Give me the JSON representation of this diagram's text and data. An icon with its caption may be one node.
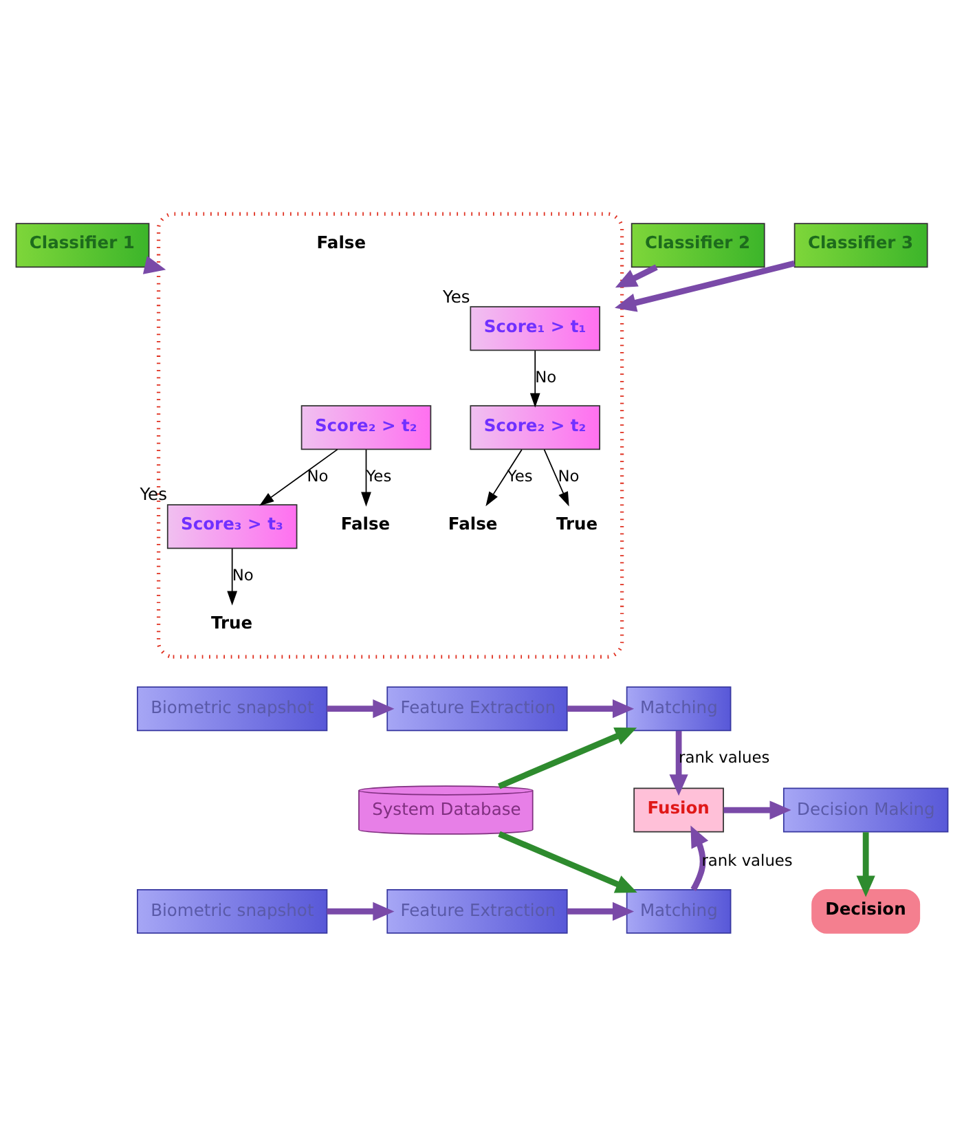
{
  "diagram": {
    "nodes": [
      {
        "text": [
          "Classifier 1"
        ]
      },
      {
        "text": [
          "Classifier 2"
        ]
      },
      {
        "text": [
          "Classifier 3"
        ]
      },
      {
        "text": [],
        "shape": "box"
      },
      {
        "text": [
          "Score₁ > t₁"
        ],
        "in": 3,
        "beside": [
          "Yes"
        ]
      },
      {
        "text": [
          "Score₂ > t₂"
        ],
        "in": 3
      },
      {
        "text": [
          "Score₂ > t₂"
        ],
        "in": 3
      },
      {
        "text": [
          "Score₃ > t₃"
        ],
        "in": 3,
        "beside": [
          "Yes"
        ]
      },
      {
        "text": [
          "False"
        ],
        "in": 3
      },
      {
        "text": [
          "False"
        ],
        "in": 3
      },
      {
        "text": [
          "True"
        ],
        "in": 3
      },
      {
        "text": [
          "False"
        ],
        "in": 3
      },
      {
        "text": [
          "True"
        ],
        "in": 3
      },
      {
        "text": [
          "Biometric snapshot"
        ]
      },
      {
        "text": [
          "Feature Extraction"
        ]
      },
      {
        "text": [
          "Matching"
        ]
      },
      {
        "text": [
          "System Database"
        ]
      },
      {
        "text": [
          "Fusion"
        ]
      },
      {
        "text": [
          "Decision Making"
        ]
      },
      {
        "text": [
          "Biometric snapshot"
        ]
      },
      {
        "text": [
          "Feature Extraction"
        ]
      },
      {
        "text": [
          "Matching"
        ]
      },
      {
        "text": [
          "Decision"
        ]
      }
    ],
    "edges": [
      {
        "from": 0,
        "to": 3,
        "arrow": "to",
        "color": "#7a4aa8"
      },
      {
        "from": 1,
        "to": 3,
        "arrow": "to",
        "color": "#7a4aa8"
      },
      {
        "from": 2,
        "to": 3,
        "arrow": "to",
        "color": "#7a4aa8"
      },
      {
        "from": 4,
        "to": 6,
        "arrow": "to",
        "label": "No",
        "color": "#000000"
      },
      {
        "from": 5,
        "to": 8,
        "arrow": "to",
        "label": "Yes",
        "color": "#000000"
      },
      {
        "from": 5,
        "to": 7,
        "arrow": "to",
        "label": "No",
        "color": "#000000"
      },
      {
        "from": 6,
        "to": 9,
        "arrow": "to",
        "label": "Yes",
        "color": "#000000"
      },
      {
        "from": 6,
        "to": 10,
        "arrow": "to",
        "label": "No",
        "color": "#000000"
      },
      {
        "from": 7,
        "to": 12,
        "arrow": "to",
        "label": "No",
        "color": "#000000"
      },
      {
        "from": 13,
        "to": 14,
        "arrow": "to",
        "color": "#7a4aa8"
      },
      {
        "from": 14,
        "to": 15,
        "arrow": "to",
        "color": "#7a4aa8"
      },
      {
        "from": 16,
        "to": 15,
        "arrow": "to",
        "color": "#2e8b2e"
      },
      {
        "from": 16,
        "to": 21,
        "arrow": "to",
        "color": "#2e8b2e"
      },
      {
        "from": 15,
        "to": 17,
        "arrow": "to",
        "label": "rank values",
        "color": "#7a4aa8"
      },
      {
        "from": 21,
        "to": 17,
        "arrow": "to",
        "label": "rank values",
        "color": "#7a4aa8"
      },
      {
        "from": 17,
        "to": 18,
        "arrow": "to",
        "color": "#7a4aa8"
      },
      {
        "from": 18,
        "to": 22,
        "arrow": "to",
        "color": "#2e8b2e"
      },
      {
        "from": 19,
        "to": 20,
        "arrow": "to",
        "color": "#7a4aa8"
      },
      {
        "from": 20,
        "to": 21,
        "arrow": "to",
        "color": "#7a4aa8"
      }
    ]
  }
}
